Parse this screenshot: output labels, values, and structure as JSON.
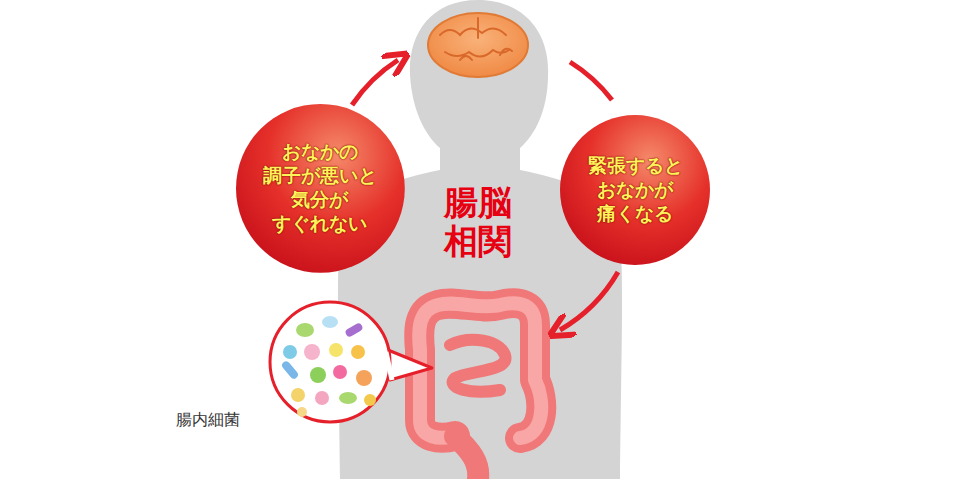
{
  "diagram": {
    "nodes": [
      {
        "text": [
          "おなかの 調子が悪いと 気分が すぐれない"
        ]
      },
      {
        "text": [
          "緊張すると おなかが 痛くなる"
        ]
      }
    ],
    "labels": [
      "腸脳相関",
      "腸内細菌"
    ]
  }
}
